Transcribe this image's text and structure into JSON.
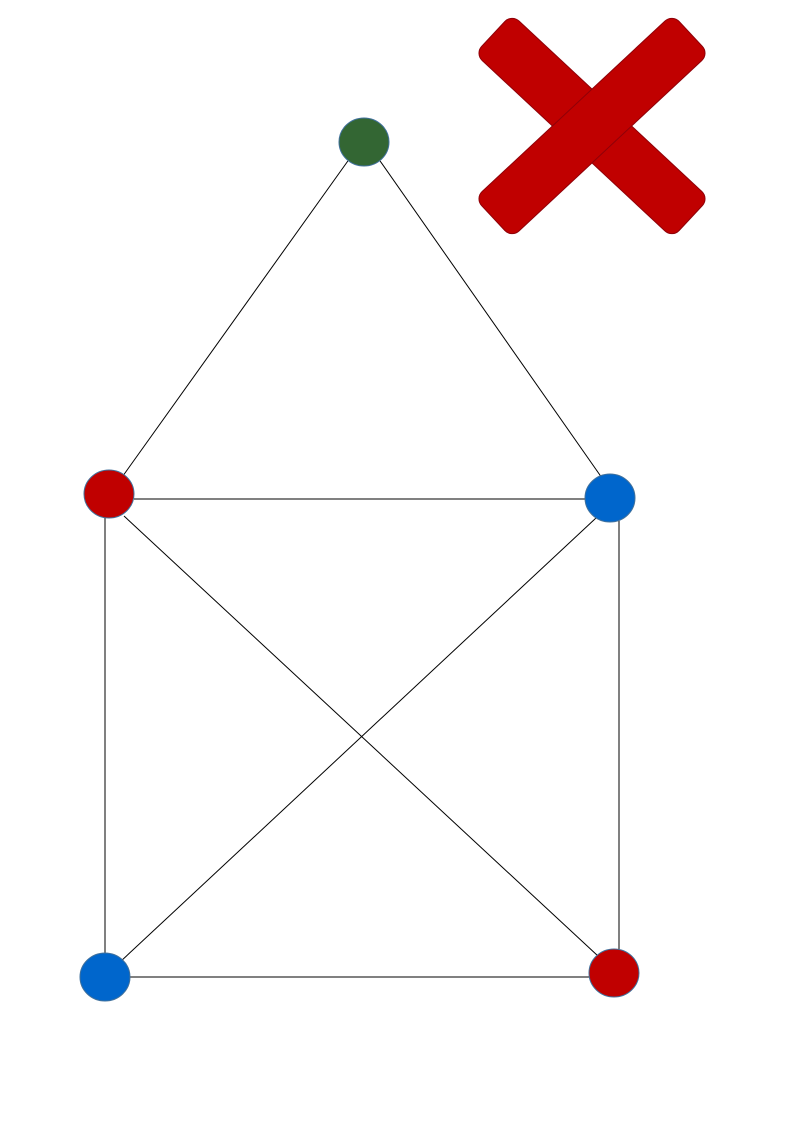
{
  "diagram": {
    "kind": "house-shaped graph with invalid coloring",
    "palette": {
      "red": "#c00000",
      "blue": "#0066cc",
      "green": "#336633"
    },
    "nodes": [
      {
        "id": "apex",
        "color": "green"
      },
      {
        "id": "upper-left",
        "color": "red"
      },
      {
        "id": "upper-right",
        "color": "blue"
      },
      {
        "id": "lower-left",
        "color": "blue"
      },
      {
        "id": "lower-right",
        "color": "red"
      }
    ],
    "edges": [
      [
        "apex",
        "upper-left"
      ],
      [
        "apex",
        "upper-right"
      ],
      [
        "upper-left",
        "upper-right"
      ],
      [
        "upper-left",
        "lower-left"
      ],
      [
        "upper-right",
        "lower-right"
      ],
      [
        "lower-left",
        "lower-right"
      ],
      [
        "upper-left",
        "lower-right"
      ],
      [
        "upper-right",
        "lower-left"
      ]
    ]
  },
  "status_mark": {
    "icon": "cross-icon",
    "meaning": "invalid",
    "color": "#c00000"
  }
}
